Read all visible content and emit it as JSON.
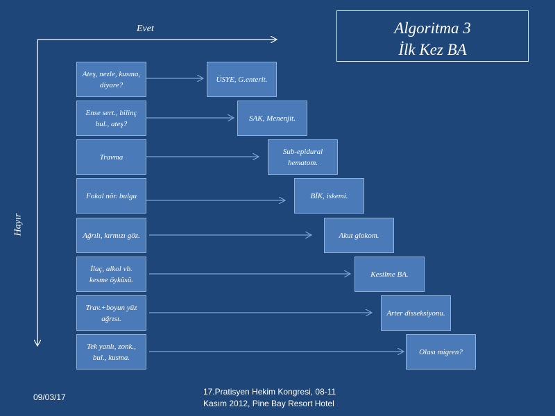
{
  "title": {
    "line1": "Algoritma 3",
    "line2": "İlk Kez BA"
  },
  "axis": {
    "yes_label": "Evet",
    "no_label": "Hayır"
  },
  "rows": [
    {
      "condition": "Ateş, nezle, kusma, diyare?",
      "result": "ÜSYE, G.enterit."
    },
    {
      "condition": "Ense sert., bilinç bul., ateş?",
      "result": "SAK, Menenjit."
    },
    {
      "condition": "Travma",
      "result": "Sub-epidural hematom."
    },
    {
      "condition": "Fokal nör. bulgu",
      "result": "BİK, iskemi."
    },
    {
      "condition": "Ağrılı, kırmızı göz.",
      "result": "Akut glokom."
    },
    {
      "condition": "İlaç, alkol vb. kesme öyküsü.",
      "result": "Kesilme BA."
    },
    {
      "condition": "Trav.+boyun yüz ağrısı.",
      "result": "Arter disseksiyonu."
    },
    {
      "condition": "Tek yanlı, zonk., bul., kusma.",
      "result": "Olası migren?"
    }
  ],
  "footer": {
    "date": "09/03/17",
    "conference_line1": "17.Pratisyen Hekim Kongresi, 08-11",
    "conference_line2": "Kasım 2012, Pine Bay Resort Hotel"
  },
  "colors": {
    "background": "#1f4678",
    "box_fill": "#4a7ab8",
    "box_border": "#8fb2da",
    "arrow": "#7aa6d8",
    "axis_line": "#ffffff"
  }
}
